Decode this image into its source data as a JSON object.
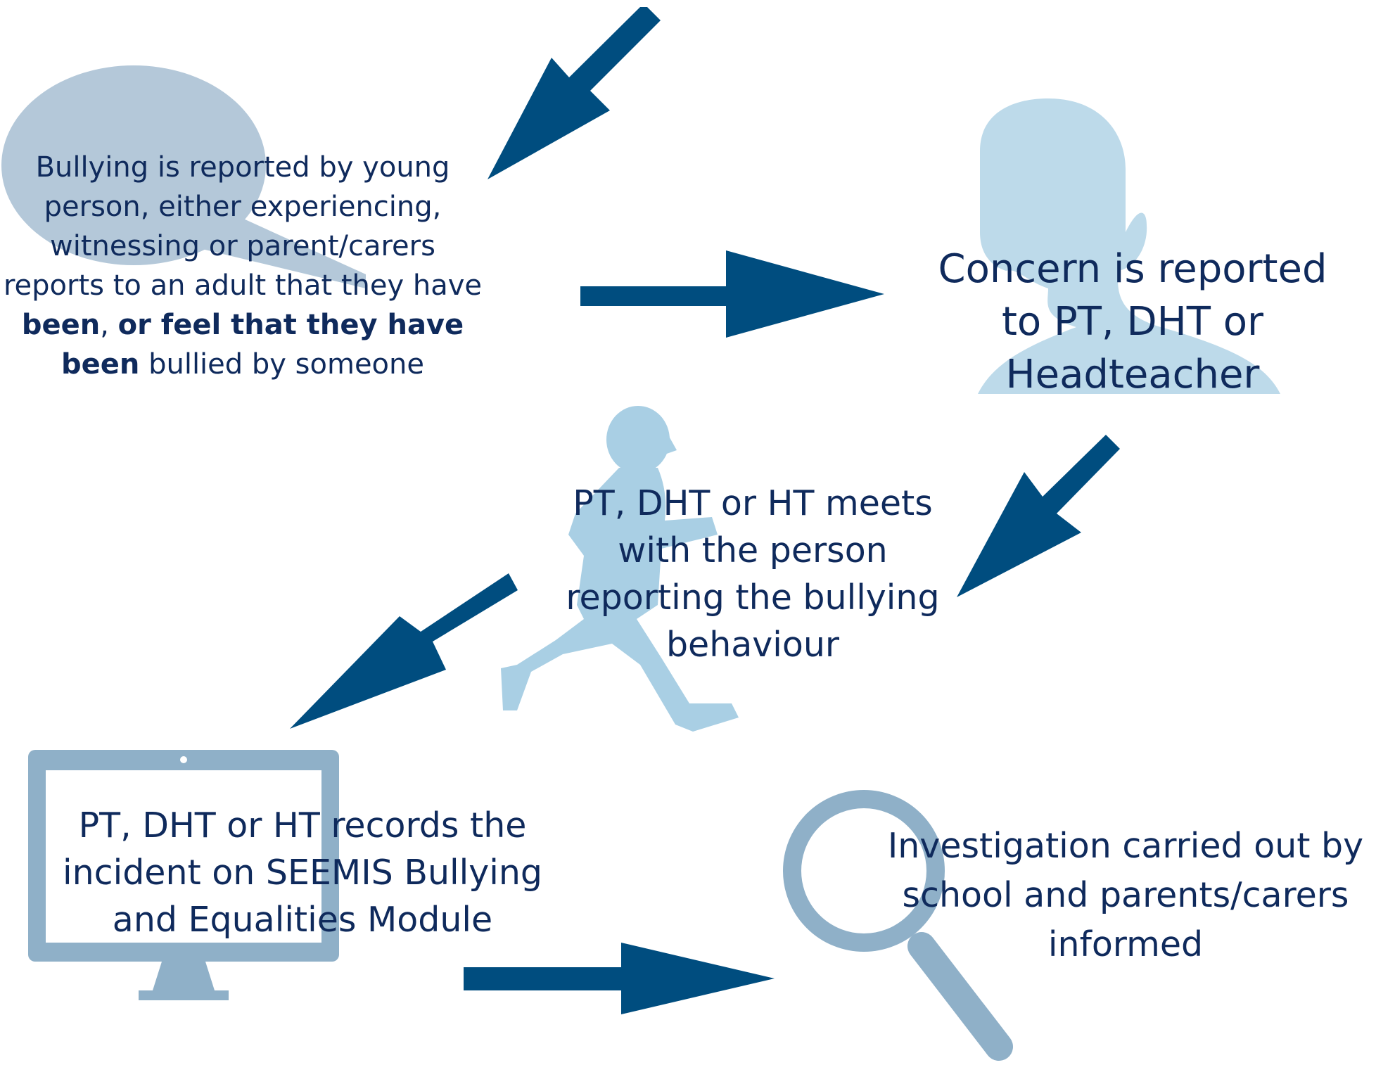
{
  "colors": {
    "arrow": "#004d7f",
    "speech_bubble": "#b4c8d9",
    "person_head": "#bddaea",
    "runner": "#a9cfe4",
    "monitor": "#8fb0c8",
    "magnifier": "#8fb0c8",
    "text": "#0f2a5c"
  },
  "icons": [
    "speech-bubble-icon",
    "person-silhouette-icon",
    "running-child-icon",
    "computer-monitor-icon",
    "magnifying-glass-icon"
  ],
  "steps": {
    "reported": {
      "line1": "Bullying is reported by young",
      "line2": "person, either experiencing,",
      "line3": "witnessing or parent/carers",
      "line4": "reports to an adult that they have",
      "line5_bold1": "been",
      "line5_sep": ", ",
      "line5_bold2": "or feel that they have",
      "line6_bold": "been",
      "line6_rest": " bullied by someone"
    },
    "concern": {
      "line1": "Concern is reported",
      "line2": "to PT, DHT or",
      "line3": "Headteacher"
    },
    "meets": {
      "line1": "PT, DHT or HT meets",
      "line2": "with the person",
      "line3": "reporting the bullying",
      "line4": "behaviour"
    },
    "records": {
      "line1": "PT, DHT or HT records the",
      "line2": "incident on SEEMIS Bullying",
      "line3": "and Equalities Module"
    },
    "investigation": {
      "line1": "Investigation carried out by",
      "line2": "school and parents/carers",
      "line3": "informed"
    }
  }
}
